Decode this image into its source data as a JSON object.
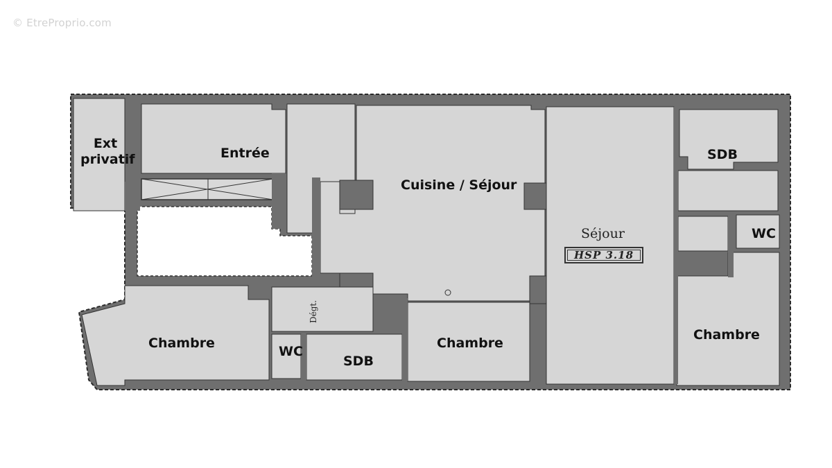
{
  "watermark": "© EtreProprio.com",
  "plan": {
    "rooms": {
      "ext_privatif": [
        "Ext",
        "privatif"
      ],
      "entree": "Entrée",
      "cuisine_sejour": "Cuisine / Séjour",
      "sejour": "Séjour",
      "hsp": "HSP  3.18",
      "sdb_top_right": "SDB",
      "wc_right": "WC",
      "chambre_right": "Chambre",
      "chambre_left": "Chambre",
      "degt": "Dégt.",
      "wc_bottom": "WC",
      "sdb_bottom": "SDB",
      "chambre_middle": "Chambre"
    }
  },
  "colors": {
    "wall": "#6f6f6f",
    "floor": "#d6d6d6",
    "floor_light": "#e2e2e2",
    "outline": "#2a2a2a"
  }
}
